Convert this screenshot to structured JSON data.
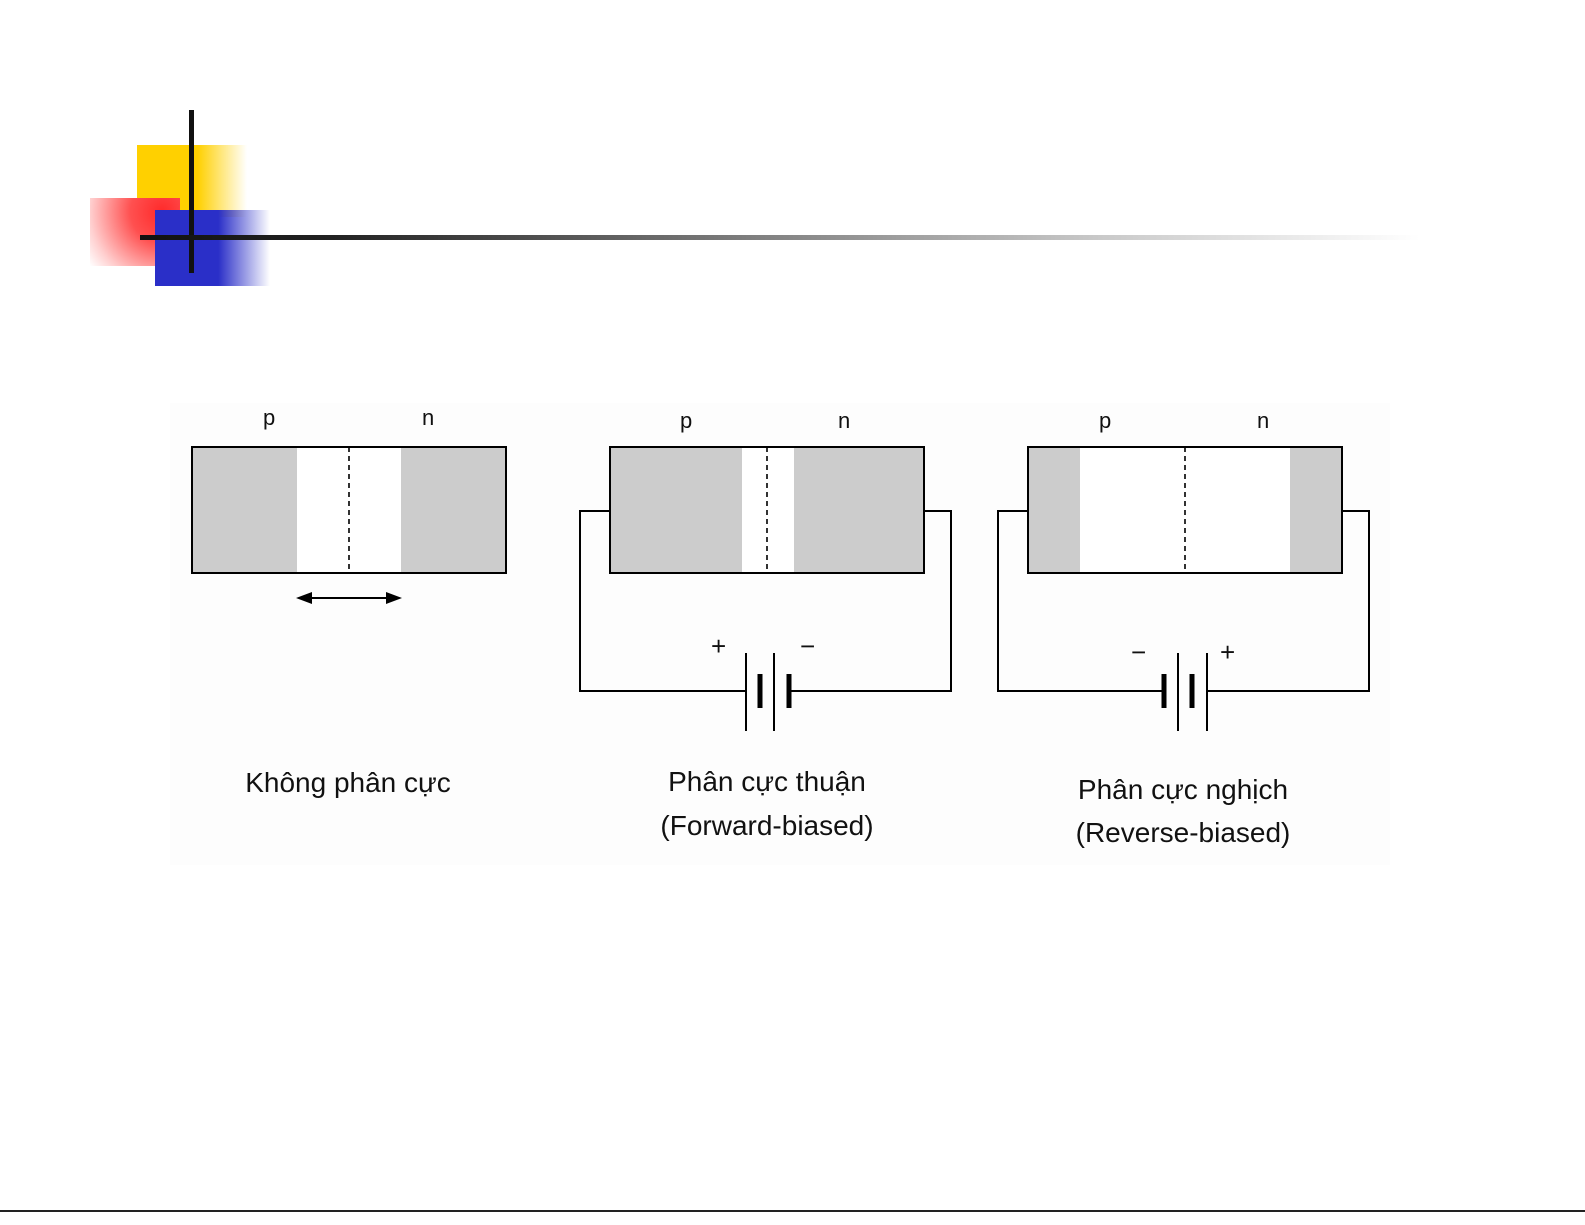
{
  "figure": {
    "panels": [
      {
        "p_label": "p",
        "n_label": "n",
        "caption_line1": "Không phân cực",
        "caption_line2": ""
      },
      {
        "p_label": "p",
        "n_label": "n",
        "caption_line1": "Phân cực thuận",
        "caption_line2": "(Forward-biased)",
        "left_sign": "+",
        "right_sign": "−"
      },
      {
        "p_label": "p",
        "n_label": "n",
        "caption_line1": "Phân cực nghịch",
        "caption_line2": "(Reverse-biased)",
        "left_sign": "−",
        "right_sign": "+"
      }
    ]
  },
  "colors": {
    "region_fill": "#cccccc",
    "depletion_fill": "#ffffff",
    "stroke": "#000000"
  }
}
